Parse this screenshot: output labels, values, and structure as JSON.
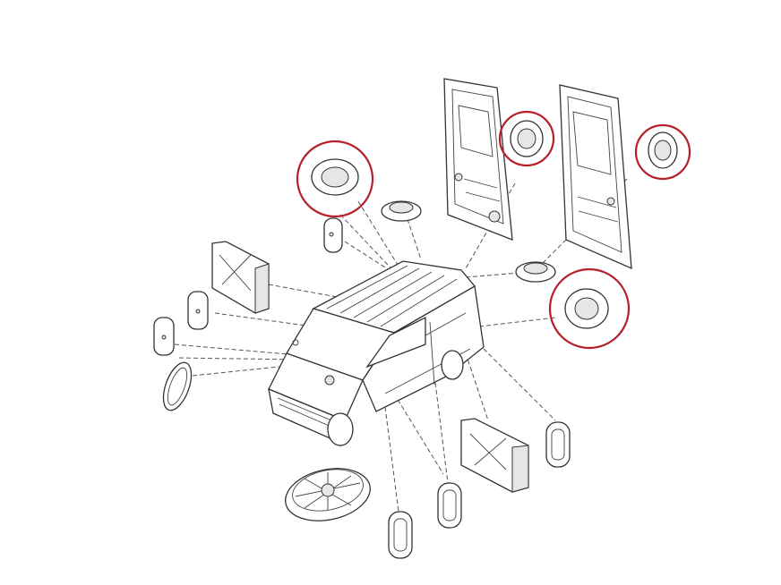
{
  "colors": {
    "highlight": "#b5202b",
    "line": "#333333",
    "shade": "#e6e6e6",
    "background": "#ffffff"
  },
  "diagram": {
    "parts": [
      {
        "name": "van-body"
      },
      {
        "name": "rear-door-left"
      },
      {
        "name": "rear-door-right"
      },
      {
        "name": "sill-cover-plate-front"
      },
      {
        "name": "sill-cover-plate-rear"
      },
      {
        "name": "round-plug-large"
      },
      {
        "name": "round-plug-small-top"
      },
      {
        "name": "round-plug-small-side"
      },
      {
        "name": "oval-plug"
      },
      {
        "name": "rounded-rect-plug"
      },
      {
        "name": "grommet-capsule"
      },
      {
        "name": "highlighted-cap"
      }
    ],
    "highlighted_count": 4
  }
}
